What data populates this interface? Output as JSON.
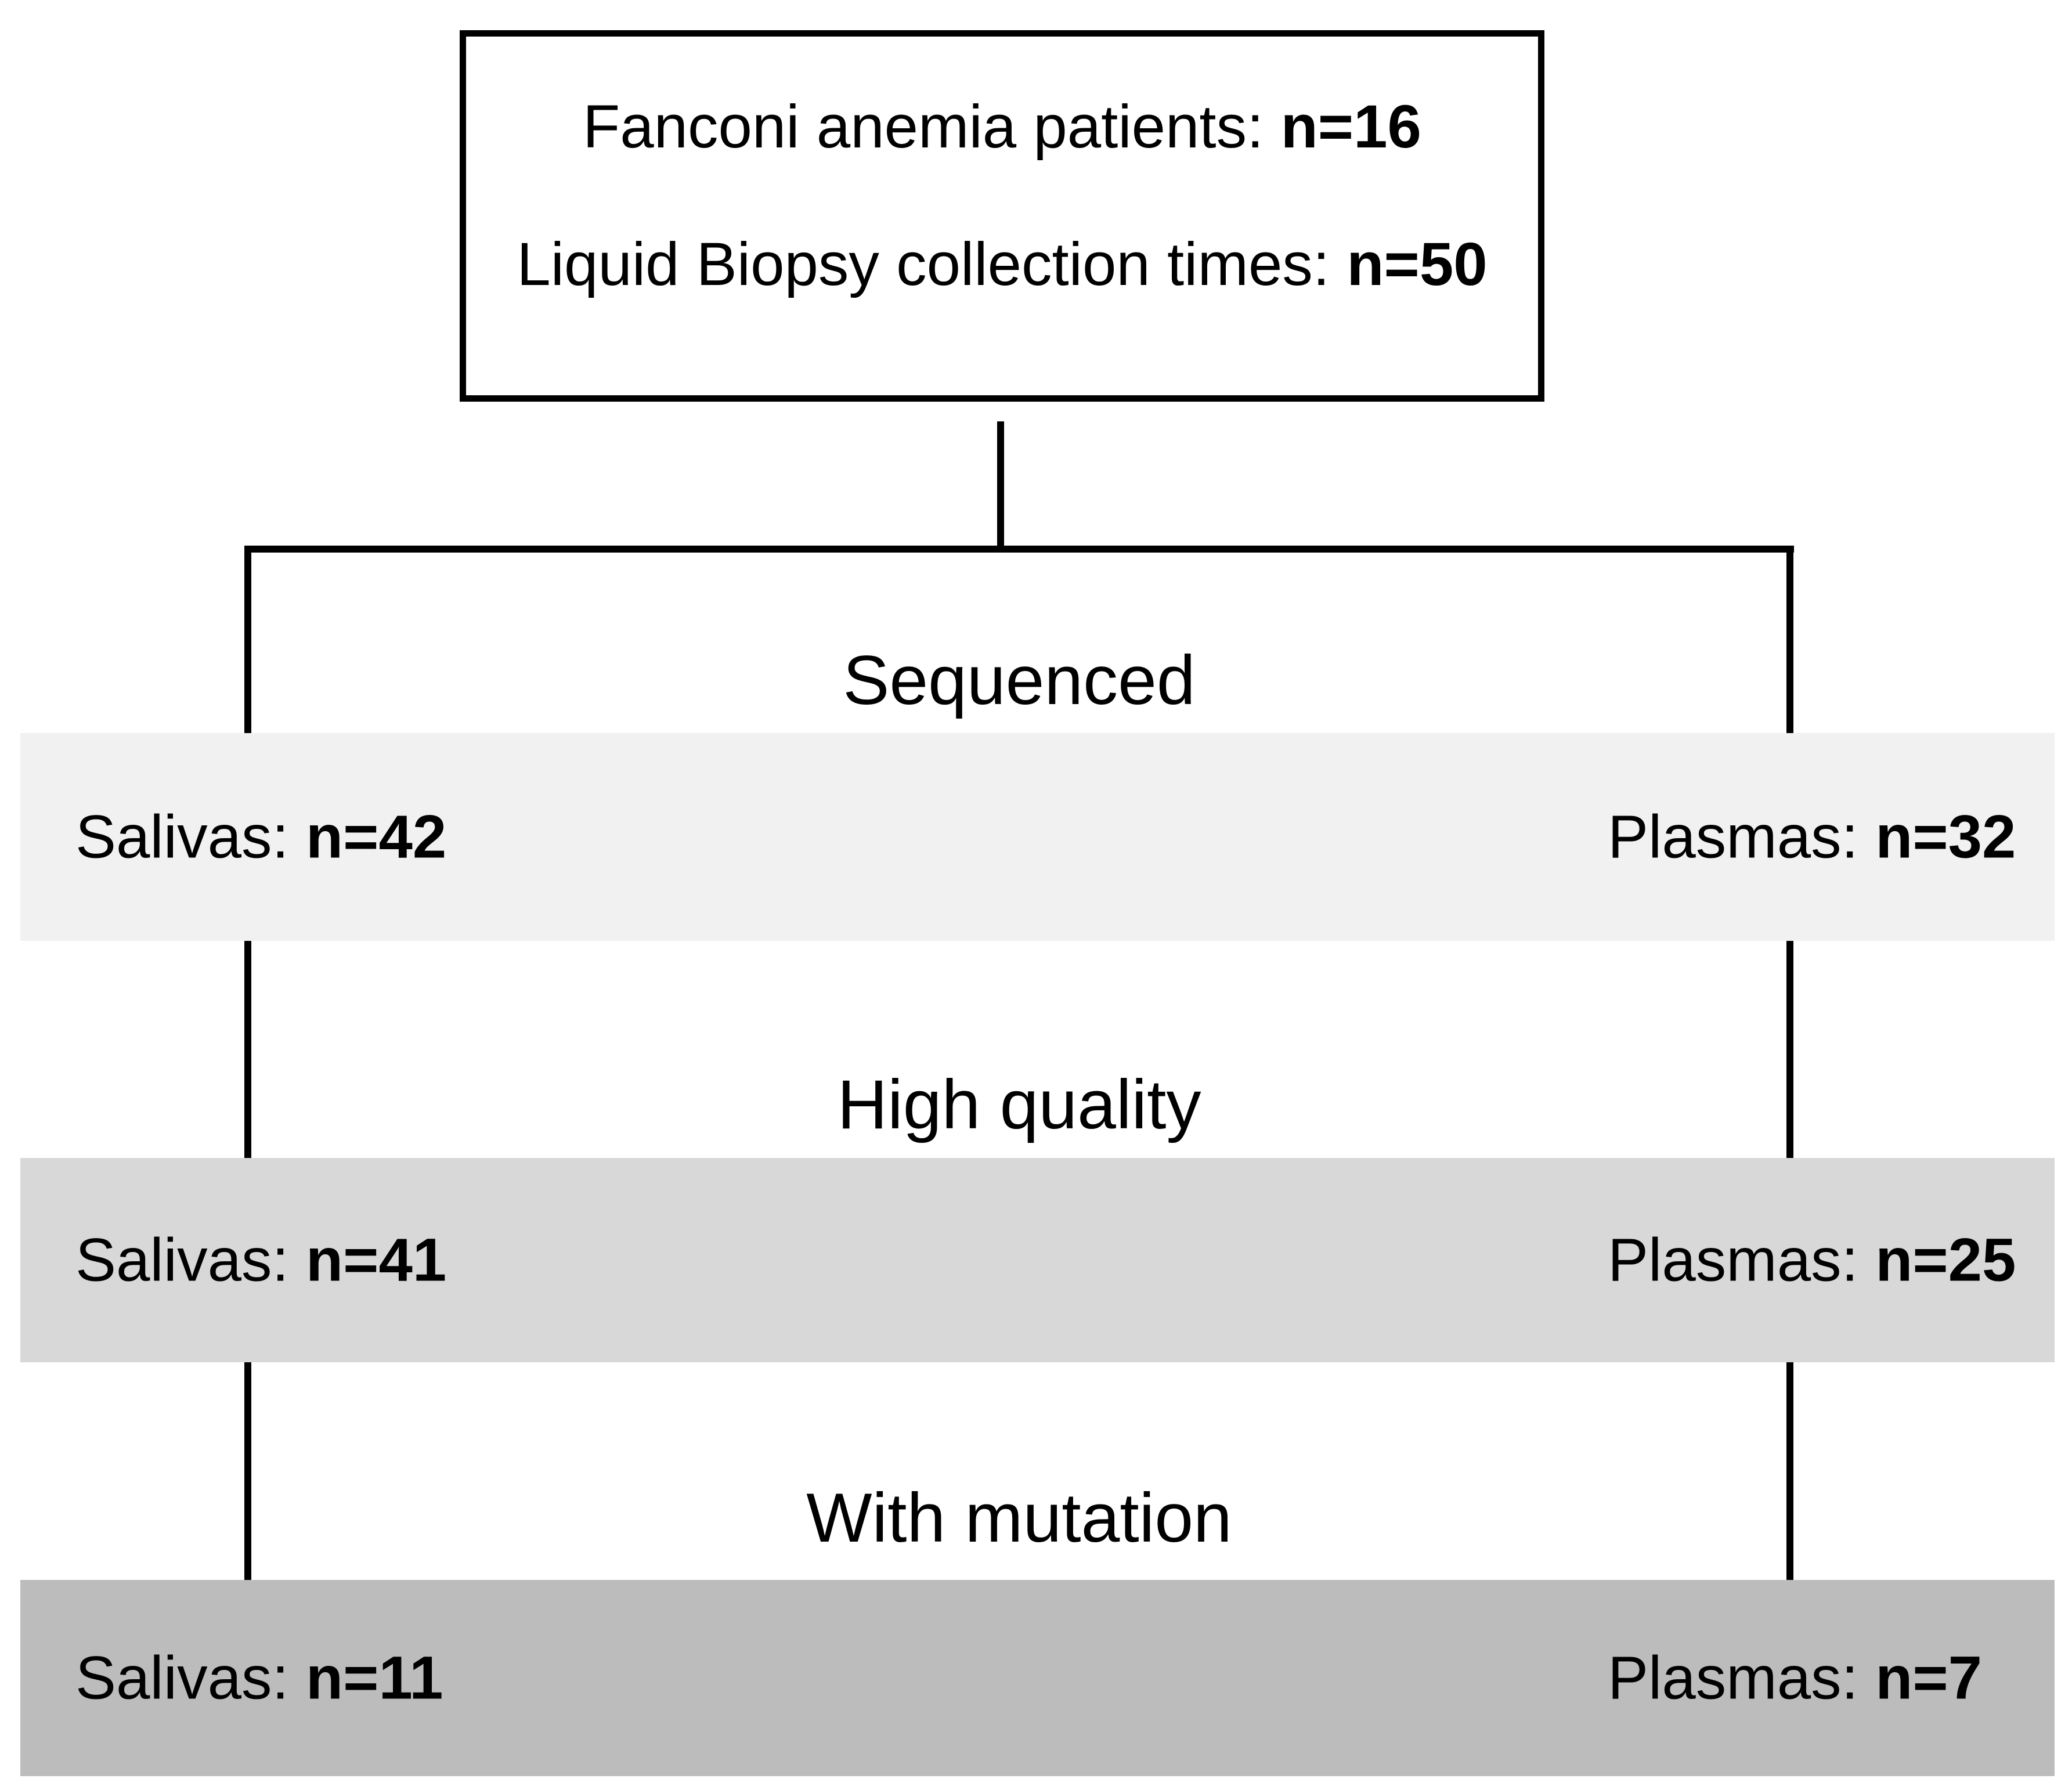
{
  "diagram": {
    "background_color": "#ffffff",
    "line_color": "#000000",
    "root_box": {
      "line1": {
        "label": "Fanconi anemia patients:",
        "value": "n=16"
      },
      "line2": {
        "label": "Liquid Biopsy collection times:",
        "value": "n=50"
      }
    },
    "stages": [
      {
        "title": "Sequenced",
        "band_color": "#f1f1f1",
        "left": {
          "label": "Salivas:",
          "value": "n=42"
        },
        "right": {
          "label": "Plasmas:",
          "value": "n=32"
        }
      },
      {
        "title": "High quality",
        "band_color": "#d8d8d8",
        "left": {
          "label": "Salivas:",
          "value": "n=41"
        },
        "right": {
          "label": "Plasmas:",
          "value": "n=25"
        }
      },
      {
        "title": "With mutation",
        "band_color": "#bcbcbc",
        "left": {
          "label": "Salivas:",
          "value": "n=11"
        },
        "right": {
          "label": "Plasmas:",
          "value": "n=7"
        }
      }
    ]
  }
}
